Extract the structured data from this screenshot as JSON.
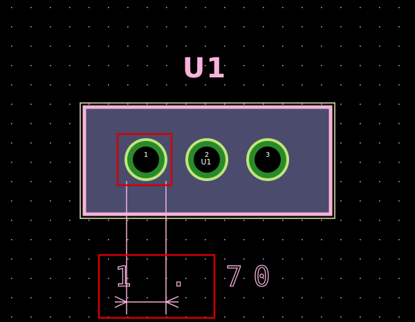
{
  "board": {
    "background_color": "#000000",
    "grid_color": "#b0b0b0"
  },
  "component": {
    "reference": "U1",
    "silkscreen_color": "#f7b3d9",
    "courtyard_color": "#ebe8b5",
    "body_fill_color": "#4b4b6e",
    "pads": [
      {
        "number": "1",
        "secondary_label": "",
        "ring_color": "#2a8a2a",
        "outer_ring_color": "#bfe57a",
        "hole_color": "#000000",
        "label_color": "#ffffff",
        "selected": true
      },
      {
        "number": "2",
        "secondary_label": "U1",
        "ring_color": "#2a8a2a",
        "outer_ring_color": "#bfe57a",
        "hole_color": "#000000",
        "label_color": "#ffffff",
        "selected": false
      },
      {
        "number": "3",
        "secondary_label": "",
        "ring_color": "#2a8a2a",
        "outer_ring_color": "#bfe57a",
        "hole_color": "#000000",
        "label_color": "#ffffff",
        "selected": false
      }
    ]
  },
  "dimension": {
    "value": "1.70",
    "display_chars": "1 . 70",
    "color": "#f7b3d9"
  },
  "highlight": {
    "color": "#d40000"
  }
}
